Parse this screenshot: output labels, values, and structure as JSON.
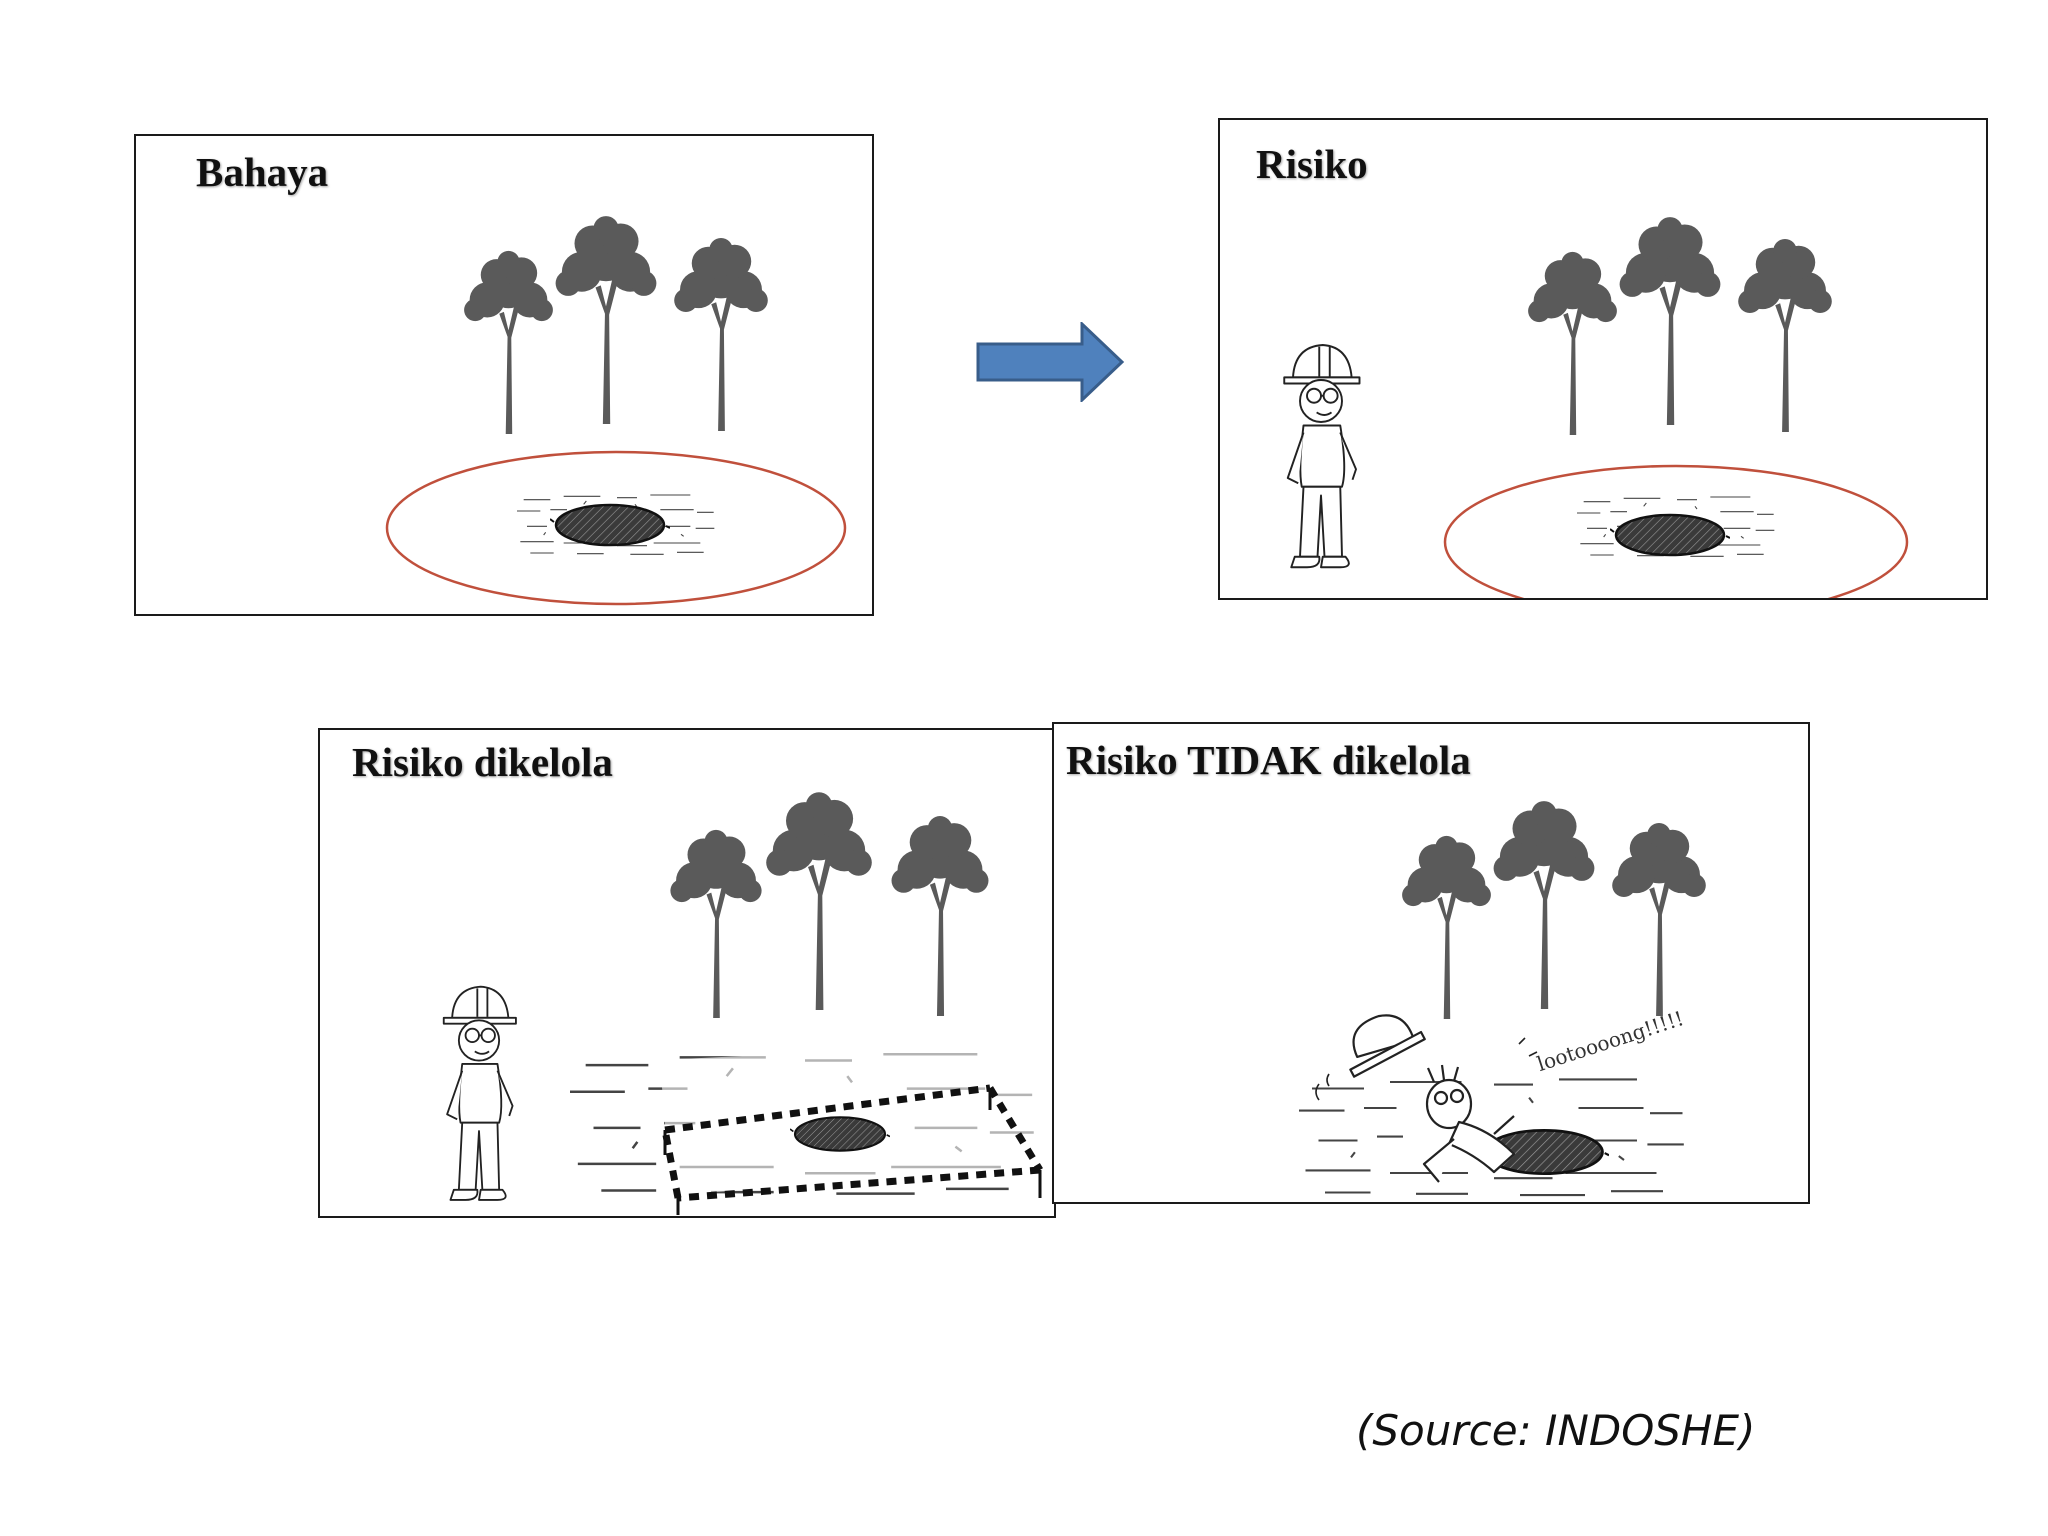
{
  "panels": {
    "hazard": {
      "title": "Bahaya"
    },
    "risk": {
      "title": "Risiko"
    },
    "risk_managed": {
      "title": "Risiko dikelola"
    },
    "risk_unmanaged": {
      "title": "Risiko TIDAK dikelola",
      "exclamation": "lootoooong!!!!!"
    }
  },
  "source": "(Source: INDOSHE)",
  "colors": {
    "tree": "#5a5a5a",
    "hazard_ellipse": "#c0503c",
    "arrow_fill": "#4f81bd",
    "arrow_stroke": "#385d8a"
  }
}
